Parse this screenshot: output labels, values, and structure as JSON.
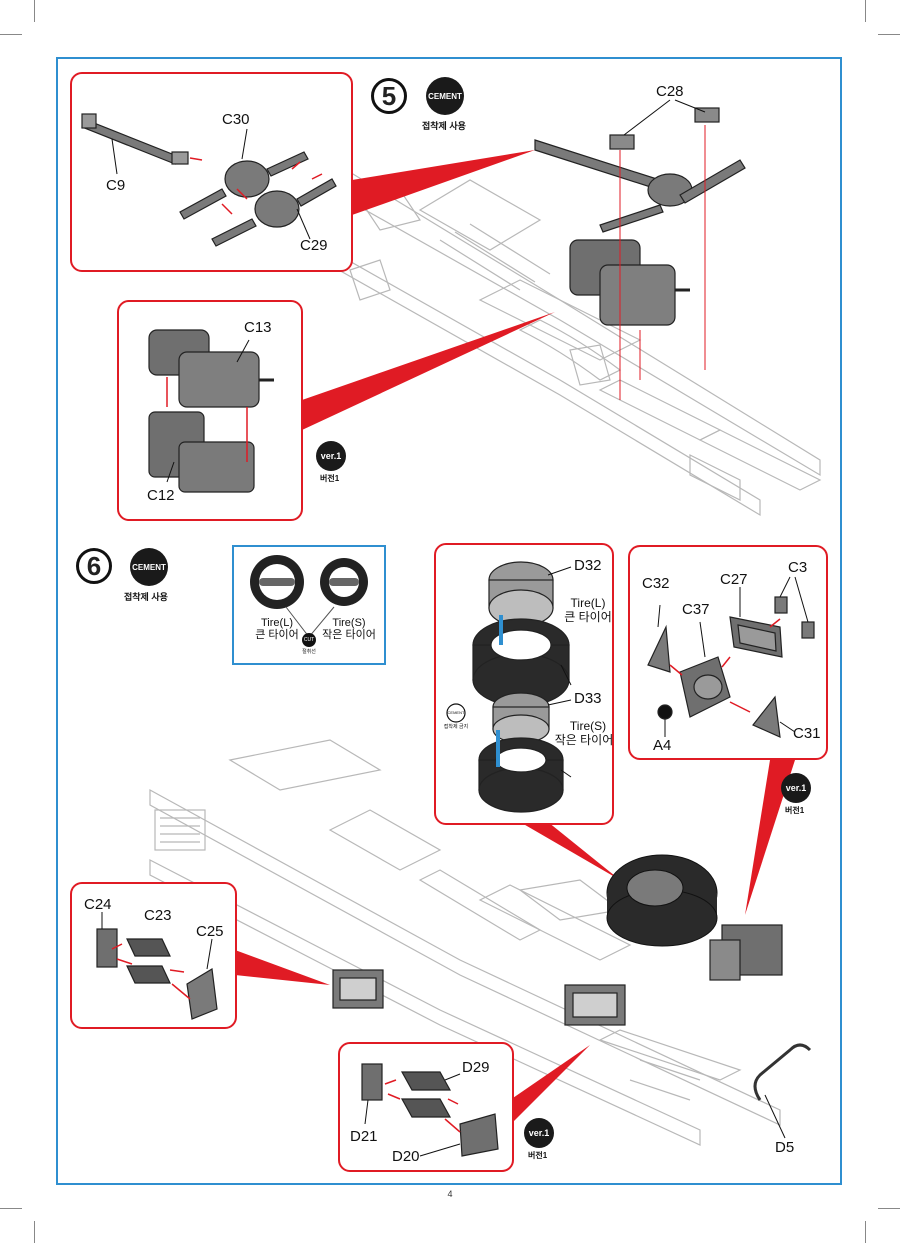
{
  "page_number": "4",
  "steps": [
    {
      "number": "5",
      "cement_badge": "CEMENT",
      "cement_caption": "접착제 사용"
    },
    {
      "number": "6",
      "cement_badge": "CEMENT",
      "cement_caption": "접착제 사용"
    }
  ],
  "version_badge": {
    "label": "ver.1",
    "caption": "버전1"
  },
  "parts": {
    "c9": "C9",
    "c30": "C30",
    "c29": "C29",
    "c28": "C28",
    "c13": "C13",
    "c12": "C12",
    "d32": "D32",
    "d33": "D33",
    "c32": "C32",
    "c27": "C27",
    "c3": "C3",
    "c37": "C37",
    "a4": "A4",
    "c31": "C31",
    "c24": "C24",
    "c23": "C23",
    "c25": "C25",
    "d29": "D29",
    "d21": "D21",
    "d20": "D20",
    "d5": "D5"
  },
  "tire_legend": {
    "tire_l_en": "Tire(L)",
    "tire_l_kr": "큰 타이어",
    "tire_s_en": "Tire(S)",
    "tire_s_kr": "작은 타이어",
    "cut_badge": "CUT",
    "cut_caption": "절취선"
  },
  "wheel_callout": {
    "tire_l_en": "Tire(L)",
    "tire_l_kr": "큰 타이어",
    "tire_s_en": "Tire(S)",
    "tire_s_kr": "작은 타이어",
    "no_cement_badge": "CEMENT",
    "no_cement_caption": "접착제 금지"
  },
  "colors": {
    "frame": "#2f8fd0",
    "callout": "#e01b24",
    "part_gray": "#6f6f6f",
    "line_gray": "#b8b8b8"
  }
}
